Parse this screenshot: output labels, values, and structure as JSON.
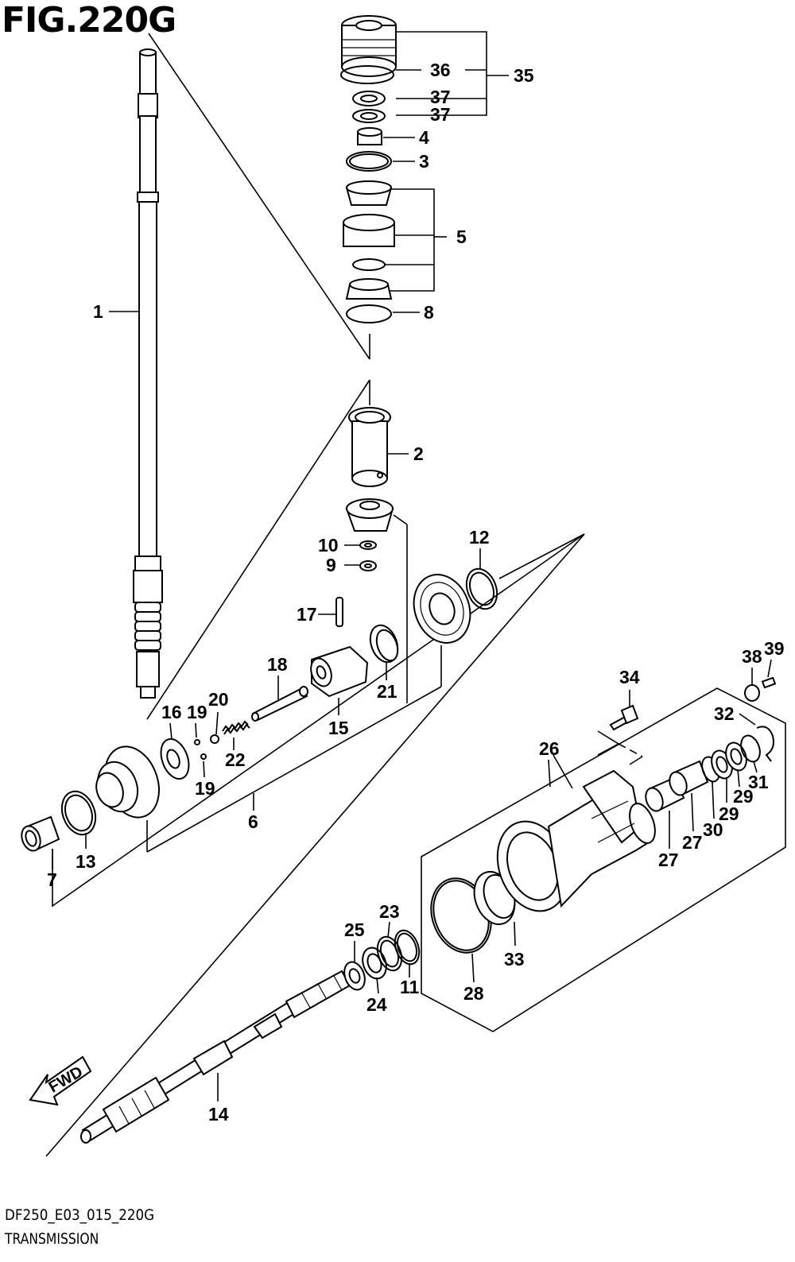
{
  "header": {
    "figure_title": "FIG.220G"
  },
  "footer": {
    "drawing_code": "DF250_E03_015_220G",
    "section_name": "TRANSMISSION"
  },
  "arrow": {
    "label": "FWD"
  },
  "callouts": [
    {
      "id": "c1",
      "text": "1"
    },
    {
      "id": "c2",
      "text": "2"
    },
    {
      "id": "c3",
      "text": "3"
    },
    {
      "id": "c4",
      "text": "4"
    },
    {
      "id": "c5",
      "text": "5"
    },
    {
      "id": "c6",
      "text": "6"
    },
    {
      "id": "c7",
      "text": "7"
    },
    {
      "id": "c8",
      "text": "8"
    },
    {
      "id": "c9",
      "text": "9"
    },
    {
      "id": "c10",
      "text": "10"
    },
    {
      "id": "c11",
      "text": "11"
    },
    {
      "id": "c12",
      "text": "12"
    },
    {
      "id": "c13",
      "text": "13"
    },
    {
      "id": "c14",
      "text": "14"
    },
    {
      "id": "c15",
      "text": "15"
    },
    {
      "id": "c16",
      "text": "16"
    },
    {
      "id": "c17",
      "text": "17"
    },
    {
      "id": "c18",
      "text": "18"
    },
    {
      "id": "c19a",
      "text": "19"
    },
    {
      "id": "c19b",
      "text": "19"
    },
    {
      "id": "c20",
      "text": "20"
    },
    {
      "id": "c21",
      "text": "21"
    },
    {
      "id": "c22",
      "text": "22"
    },
    {
      "id": "c23",
      "text": "23"
    },
    {
      "id": "c24",
      "text": "24"
    },
    {
      "id": "c25",
      "text": "25"
    },
    {
      "id": "c26",
      "text": "26"
    },
    {
      "id": "c27a",
      "text": "27"
    },
    {
      "id": "c27b",
      "text": "27"
    },
    {
      "id": "c28",
      "text": "28"
    },
    {
      "id": "c29a",
      "text": "29"
    },
    {
      "id": "c29b",
      "text": "29"
    },
    {
      "id": "c30",
      "text": "30"
    },
    {
      "id": "c31",
      "text": "31"
    },
    {
      "id": "c32",
      "text": "32"
    },
    {
      "id": "c33",
      "text": "33"
    },
    {
      "id": "c34",
      "text": "34"
    },
    {
      "id": "c35",
      "text": "35"
    },
    {
      "id": "c36",
      "text": "36"
    },
    {
      "id": "c37a",
      "text": "37"
    },
    {
      "id": "c37b",
      "text": "37"
    },
    {
      "id": "c38",
      "text": "38"
    },
    {
      "id": "c39",
      "text": "39"
    }
  ]
}
